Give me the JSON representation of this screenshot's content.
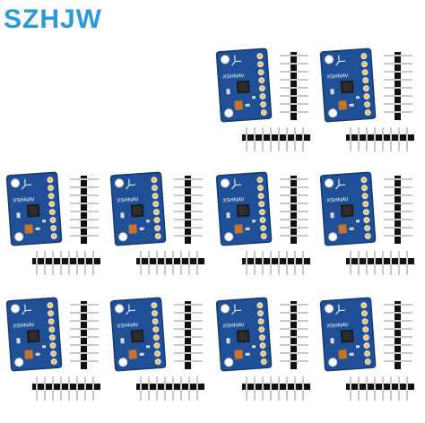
{
  "brand": {
    "text": "SZHJW",
    "color": "#2a9ad6"
  },
  "board": {
    "label": "XSHNAV",
    "pcb_color": "#1f4f96",
    "pcb_edge_color": "#163a72",
    "pin_color": "#c9c9c9",
    "header_color": "#111111",
    "chip_color": "#1b1b1b",
    "resistor_color": "#c7742a"
  },
  "modules": [
    {
      "id": 1
    },
    {
      "id": 2
    },
    {
      "id": 3
    },
    {
      "id": 4
    },
    {
      "id": 5
    },
    {
      "id": 6
    },
    {
      "id": 7
    },
    {
      "id": 8
    },
    {
      "id": 9
    },
    {
      "id": 10
    }
  ]
}
